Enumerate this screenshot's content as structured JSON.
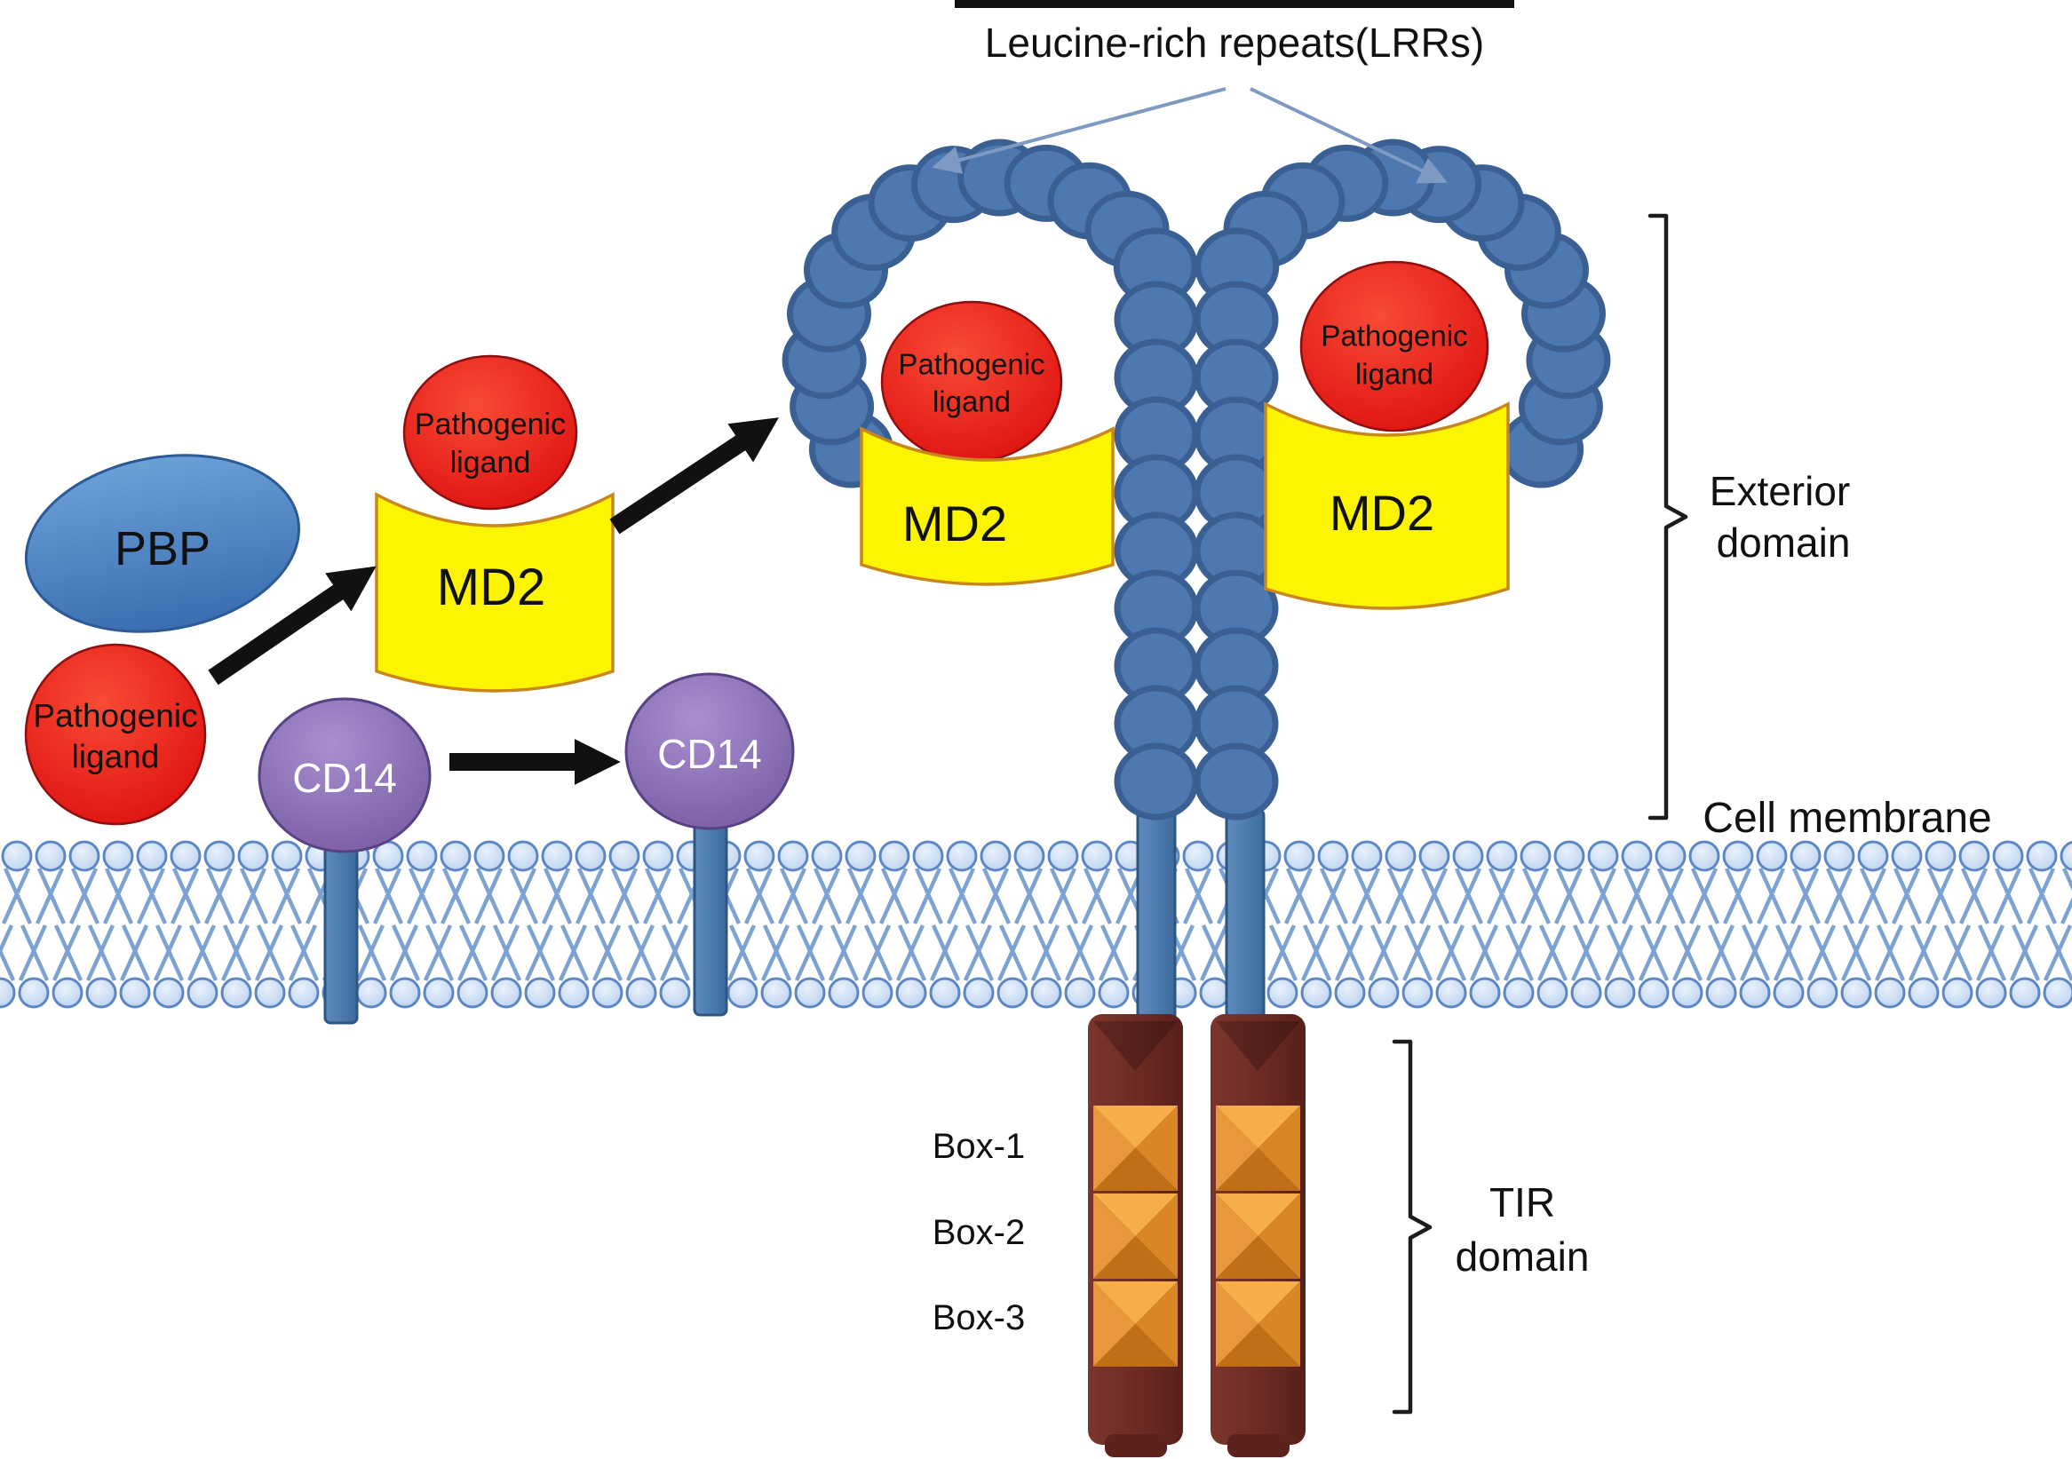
{
  "title": {
    "text": "Leucine-rich repeats(LRRs)"
  },
  "molecules": {
    "pbp": "PBP",
    "pathogenic_ligand": {
      "line1": "Pathogenic",
      "line2": "ligand"
    },
    "md2": "MD2",
    "cd14": "CD14"
  },
  "tir_boxes": {
    "box1": "Box-1",
    "box2": "Box-2",
    "box3": "Box-3"
  },
  "annotations": {
    "exterior_domain": {
      "line1": "Exterior",
      "line2": "domain"
    },
    "cell_membrane": "Cell membrane",
    "tir_domain": {
      "line1": "TIR",
      "line2": "domain"
    }
  },
  "colors": {
    "lrr_bead": "#4e78b0",
    "membrane_head": "#cfe0f6",
    "pathogenic_red": "#e81414",
    "md2_yellow": "#fdf402",
    "cd14_purple": "#8165ab",
    "pbp_blue": "#4a80c2",
    "tir_maroon": "#6d2a24",
    "box_orange": "#e8952f",
    "arrow_black": "#111111",
    "pointer_blue": "#7e99c2"
  }
}
